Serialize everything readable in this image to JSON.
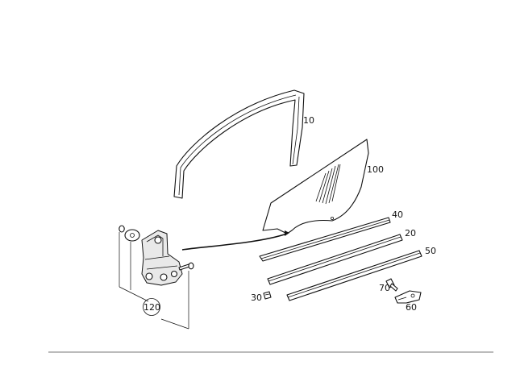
{
  "parts": [
    {
      "id": "10",
      "label": "10",
      "name": "door-frame-seal"
    },
    {
      "id": "100",
      "label": "100",
      "name": "door-window-glass"
    },
    {
      "id": "40",
      "label": "40",
      "name": "inner-window-strip"
    },
    {
      "id": "20",
      "label": "20",
      "name": "outer-window-strip"
    },
    {
      "id": "50",
      "label": "50",
      "name": "lower-trim-strip"
    },
    {
      "id": "30",
      "label": "30",
      "name": "clip-part"
    },
    {
      "id": "70",
      "label": "70",
      "name": "screw-part"
    },
    {
      "id": "60",
      "label": "60",
      "name": "bracket-part"
    },
    {
      "id": "120",
      "label": "120",
      "name": "window-regulator-assembly"
    }
  ]
}
